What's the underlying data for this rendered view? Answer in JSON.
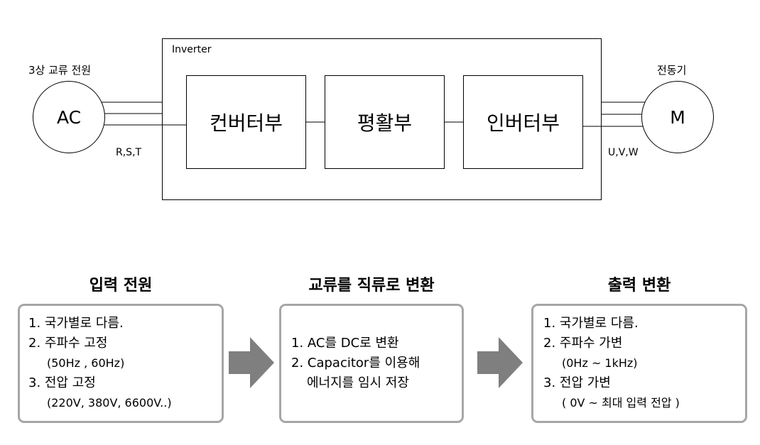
{
  "top_diagram": {
    "source_label": "3상 교류 전원",
    "source_circle": "AC",
    "input_phases": "R,S,T",
    "inverter_label": "Inverter",
    "blocks": [
      "컨버터부",
      "평활부",
      "인버터부"
    ],
    "motor_label": "전동기",
    "motor_circle": "M",
    "output_phases": "U,V,W"
  },
  "process": [
    {
      "heading": "입력 전원",
      "lines": [
        "1. 국가별로 다름.",
        "2. 주파수 고정",
        "(50Hz , 60Hz)",
        "3. 전압 고정",
        "(220V, 380V, 6600V..)"
      ]
    },
    {
      "heading": "교류를 직류로 변환",
      "lines": [
        "1. AC를 DC로 변환",
        "2. Capacitor를 이용해",
        "에너지를 임시 저장"
      ]
    },
    {
      "heading": "출력 변환",
      "lines": [
        "1. 국가별로 다름.",
        "2. 주파수 가변",
        "(0Hz ~ 1kHz)",
        "3. 전압 가변",
        "( 0V ~ 최대 입력 전압 )"
      ]
    }
  ],
  "colors": {
    "card_border": "#a6a6a6",
    "arrow": "#7f7f7f"
  }
}
